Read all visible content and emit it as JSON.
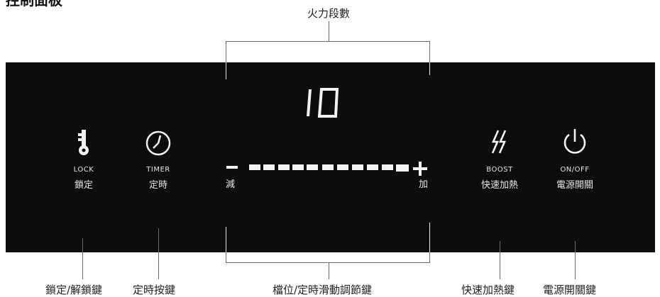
{
  "title": "控制面板",
  "callouts": {
    "power_level": "火力段數",
    "lock_key": "鎖定/解鎖鍵",
    "timer_key": "定時按鍵",
    "slider_key": "檔位/定時滑動調節鍵",
    "boost_key": "快速加熱鍵",
    "power_key": "電源開關鍵"
  },
  "display": {
    "value": "10"
  },
  "lock": {
    "label_en": "LOCK",
    "label_zh": "鎖定",
    "icon": "key-icon"
  },
  "timer": {
    "label_en": "TIMER",
    "label_zh": "定時",
    "icon": "clock-icon"
  },
  "boost": {
    "label_en": "BOOST",
    "label_zh": "快速加熱",
    "icon": "lightning-icon"
  },
  "onoff": {
    "label_en": "ON/OFF",
    "label_zh": "電源開關",
    "icon": "power-icon"
  },
  "slider": {
    "minus_symbol": "−",
    "plus_symbol": "+",
    "minus_label": "減",
    "plus_label": "加",
    "segments": 11
  },
  "colors": {
    "panel": "#0d0d0d",
    "symbol": "#f2f2f2",
    "callout_line": "#6b6b6b"
  }
}
